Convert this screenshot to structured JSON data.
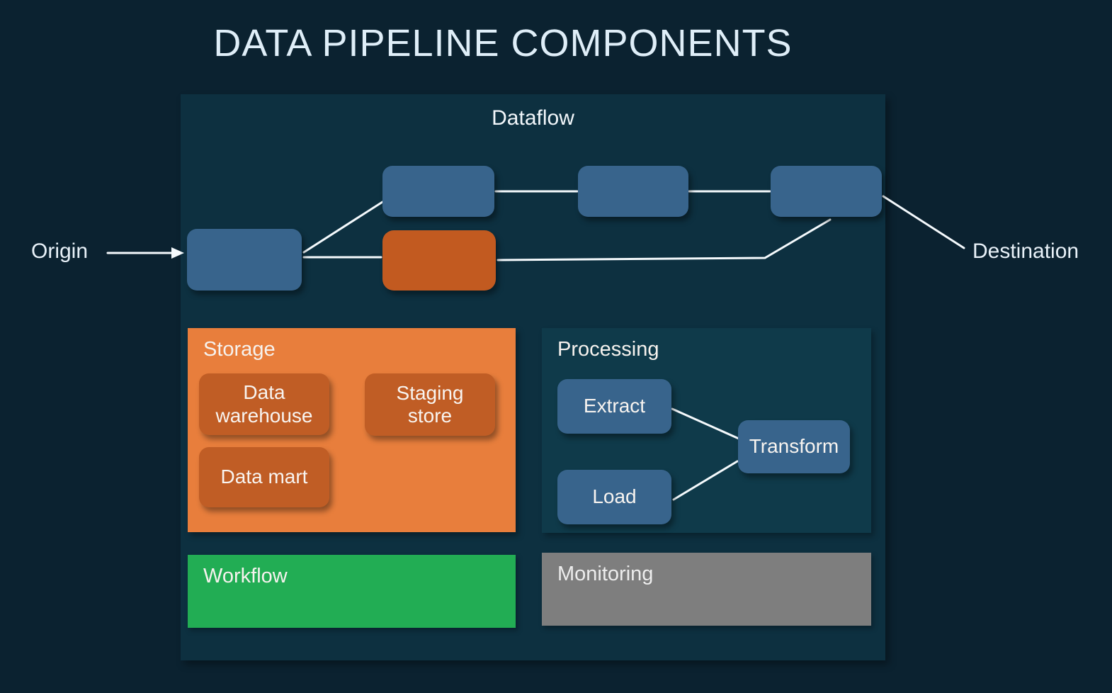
{
  "title": "DATA PIPELINE COMPONENTS",
  "endpoints": {
    "origin": "Origin",
    "destination": "Destination"
  },
  "dataflow": {
    "label": "Dataflow"
  },
  "panels": {
    "storage": {
      "label": "Storage",
      "items": [
        "Data warehouse",
        "Staging store",
        "Data mart"
      ]
    },
    "processing": {
      "label": "Processing",
      "items": [
        "Extract",
        "Transform",
        "Load"
      ]
    },
    "workflow": {
      "label": "Workflow"
    },
    "monitoring": {
      "label": "Monitoring"
    }
  },
  "colors": {
    "page_bg": "#0b2230",
    "dataflow_panel_bg": "#0d3040",
    "processing_panel_bg": "#0f3a4a",
    "storage_panel_bg": "#e87e3c",
    "storage_node": "#c05d25",
    "flow_node_blue": "#38648c",
    "flow_node_orange": "#c25a20",
    "workflow_green": "#22ad54",
    "monitoring_gray": "#7e7e7e",
    "connector": "#f5fafd",
    "title_text": "#dfeef8"
  }
}
